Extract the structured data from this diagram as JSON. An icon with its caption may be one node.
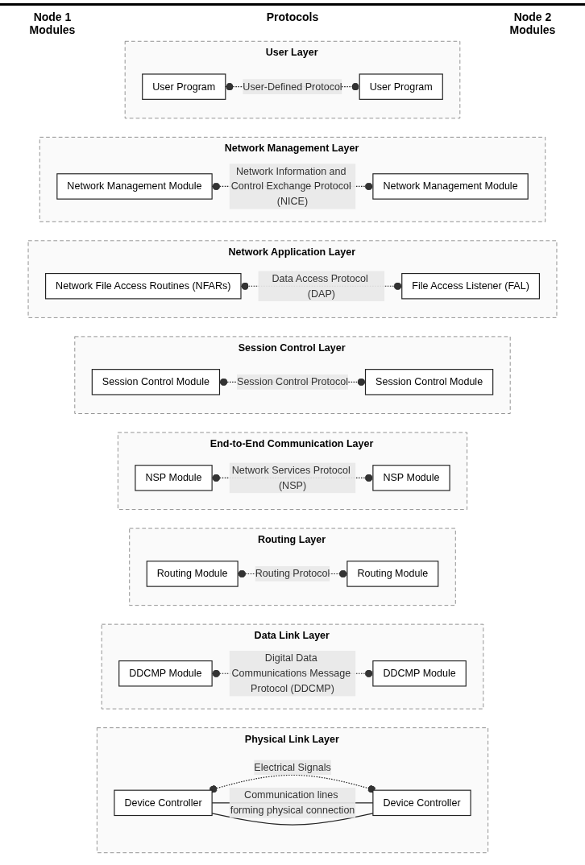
{
  "diagram": {
    "nodes": [
      {
        "text": [
          "User Layer"
        ]
      },
      {
        "text": [
          "User Program"
        ],
        "in": 0
      },
      {
        "text": [
          "User Program"
        ],
        "in": 0
      },
      {
        "text": [
          "Network Management Layer"
        ]
      },
      {
        "text": [
          "Network Management Module"
        ],
        "in": 3
      },
      {
        "text": [
          "Network Management Module"
        ],
        "in": 3
      },
      {
        "text": [
          "Network Application Layer"
        ]
      },
      {
        "text": [
          "Network File Access Routines (NFARs)"
        ],
        "in": 6
      },
      {
        "text": [
          "File Access Listener (FAL)"
        ],
        "in": 6
      },
      {
        "text": [
          "Session Control Layer"
        ]
      },
      {
        "text": [
          "Session Control Module"
        ],
        "in": 9
      },
      {
        "text": [
          "Session Control Module"
        ],
        "in": 9
      },
      {
        "text": [
          "End-to-End Communication Layer"
        ]
      },
      {
        "text": [
          "NSP Module"
        ],
        "in": 12
      },
      {
        "text": [
          "NSP Module"
        ],
        "in": 12
      },
      {
        "text": [
          "Routing Layer"
        ]
      },
      {
        "text": [
          "Routing Module"
        ],
        "in": 15
      },
      {
        "text": [
          "Routing Module"
        ],
        "in": 15
      },
      {
        "text": [
          "Data Link Layer"
        ]
      },
      {
        "text": [
          "DDCMP Module"
        ],
        "in": 18
      },
      {
        "text": [
          "DDCMP Module"
        ],
        "in": 18
      },
      {
        "text": [
          "Physical Link Layer"
        ]
      },
      {
        "text": [
          "Device Controller"
        ],
        "in": 21
      },
      {
        "text": [
          "Device Controller"
        ],
        "in": 21
      }
    ],
    "edges": [
      {
        "from": 1,
        "to": 2,
        "arrow": "other",
        "style": "dashed",
        "label": "User-Defined Protocol"
      },
      {
        "from": 4,
        "to": 5,
        "arrow": "other",
        "style": "dashed",
        "label": "Network Information and Control Exchange Protocol (NICE)"
      },
      {
        "from": 7,
        "to": 8,
        "arrow": "other",
        "style": "dashed",
        "label": "Data Access Protocol (DAP)"
      },
      {
        "from": 10,
        "to": 11,
        "arrow": "other",
        "style": "dashed",
        "label": "Session Control Protocol"
      },
      {
        "from": 13,
        "to": 14,
        "arrow": "other",
        "style": "dashed",
        "label": "Network Services Protocol (NSP)"
      },
      {
        "from": 16,
        "to": 17,
        "arrow": "other",
        "style": "dashed",
        "label": "Routing Protocol"
      },
      {
        "from": 19,
        "to": 20,
        "arrow": "other",
        "style": "dashed",
        "label": "Digital Data Communications Message Protocol (DDCMP)"
      },
      {
        "from": 22,
        "to": 23,
        "arrow": "other",
        "style": "dashed",
        "label": "Electrical Signals"
      },
      {
        "from": 22,
        "to": 23,
        "arrow": "none",
        "label": "Communication lines forming physical connection"
      },
      {
        "from": 22,
        "to": 23,
        "arrow": "none"
      }
    ],
    "labels": [
      "Node 1 Modules",
      "Protocols",
      "Node 2 Modules"
    ]
  }
}
